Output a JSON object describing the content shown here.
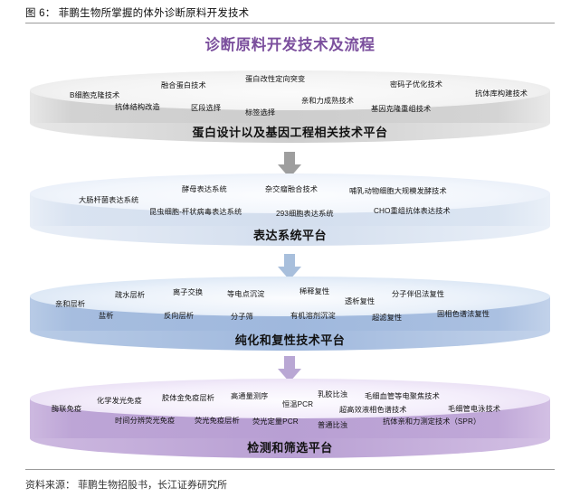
{
  "figure": {
    "caption": "图 6： 菲鹏生物所掌握的体外诊断原料开发技术",
    "title": "诊断原料开发技术及流程",
    "source": "资料来源： 菲鹏生物招股书，长江证券研究所",
    "title_color": "#7b4f9d"
  },
  "chart_data": {
    "type": "diagram",
    "title": "诊断原料开发技术及流程",
    "layout": "vertical-stacked-cylinders-with-down-arrows",
    "tiers": [
      {
        "platform": "蛋白设计以及基因工程相关技术平台",
        "color": "#cdcdcd",
        "techniques": [
          "B细胞克隆技术",
          "融合蛋白技术",
          "蛋白改性定向突变",
          "密码子优化技术",
          "抗体库构建技术",
          "抗体结构改造",
          "区段选择",
          "标签选择",
          "亲和力成熟技术",
          "基因克隆重组技术"
        ]
      },
      {
        "platform": "表达系统平台",
        "color": "#d3deee",
        "techniques": [
          "大肠杆菌表达系统",
          "酵母表达系统",
          "杂交瘤融合技术",
          "哺乳动物细胞大规模发酵技术",
          "昆虫细胞-杆状病毒表达系统",
          "293细胞表达系统",
          "CHO重组抗体表达技术"
        ]
      },
      {
        "platform": "纯化和复性技术平台",
        "color": "#9fb8dd",
        "techniques": [
          "亲和层析",
          "疏水层析",
          "离子交换",
          "等电点沉淀",
          "稀释复性",
          "透析复性",
          "分子伴侣法复性",
          "盐析",
          "反向层析",
          "分子筛",
          "有机溶剂沉淀",
          "超滤复性",
          "固相色谱法复性"
        ]
      },
      {
        "platform": "检测和筛选平台",
        "color": "#b89fd3",
        "techniques": [
          "酶联免疫",
          "化学发光免疫",
          "胶体金免疫层析",
          "高通量测序",
          "恒温PCR",
          "乳胶比浊",
          "毛细血管等电聚焦技术",
          "超高效液相色谱技术",
          "毛细管电泳技术",
          "时间分辨荧光免疫",
          "荧光免疫层析",
          "荧光定量PCR",
          "普通比浊",
          "抗体亲和力测定技术（SPR）"
        ]
      }
    ]
  },
  "tier1": {
    "platform": "蛋白设计以及基因工程相关技术平台",
    "tags": [
      "B细胞克隆技术",
      "融合蛋白技术",
      "蛋白改性定向突变",
      "密码子优化技术",
      "抗体库构建技术",
      "抗体结构改造",
      "区段选择",
      "标签选择",
      "亲和力成熟技术",
      "基因克隆重组技术"
    ]
  },
  "tier2": {
    "platform": "表达系统平台",
    "tags": [
      "大肠杆菌表达系统",
      "酵母表达系统",
      "杂交瘤融合技术",
      "哺乳动物细胞大规模发酵技术",
      "昆虫细胞-杆状病毒表达系统",
      "293细胞表达系统",
      "CHO重组抗体表达技术"
    ]
  },
  "tier3": {
    "platform": "纯化和复性技术平台",
    "tags": [
      "亲和层析",
      "疏水层析",
      "离子交换",
      "等电点沉淀",
      "稀释复性",
      "透析复性",
      "分子伴侣法复性",
      "盐析",
      "反向层析",
      "分子筛",
      "有机溶剂沉淀",
      "超滤复性",
      "固相色谱法复性"
    ]
  },
  "tier4": {
    "platform": "检测和筛选平台",
    "tags": [
      "酶联免疫",
      "化学发光免疫",
      "胶体金免疫层析",
      "高通量测序",
      "恒温PCR",
      "乳胶比浊",
      "毛细血管等电聚焦技术",
      "超高效液相色谱技术",
      "毛细管电泳技术",
      "时间分辨荧光免疫",
      "荧光免疫层析",
      "荧光定量PCR",
      "普通比浊",
      "抗体亲和力测定技术（SPR）"
    ]
  }
}
